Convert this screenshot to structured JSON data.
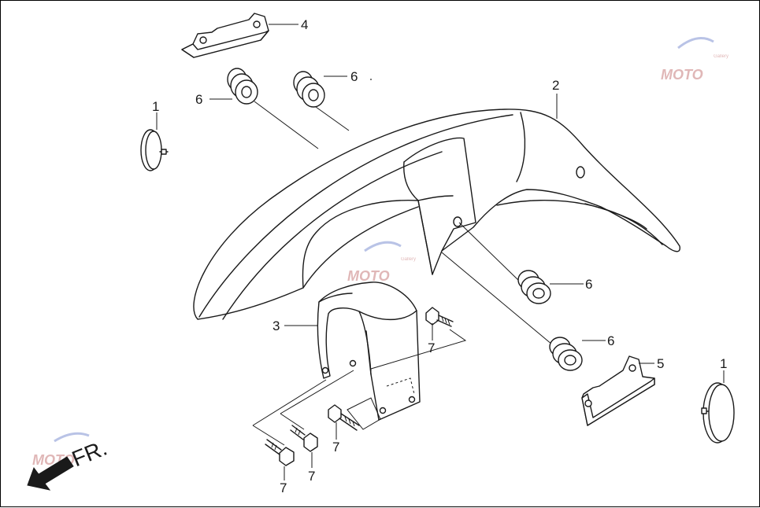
{
  "diagram": {
    "callouts": {
      "c1a": "1",
      "c1b": "1",
      "c2": "2",
      "c3": "3",
      "c4": "4",
      "c5": "5",
      "c6a": "6",
      "c6b": "6",
      "c6c": "6",
      "c6d": "6",
      "c7a": "7",
      "c7b": "7",
      "c7c": "7",
      "c7d": "7"
    },
    "direction_label": "FR.",
    "watermark": {
      "brand": "MOTO",
      "sub": "Gallery"
    }
  }
}
